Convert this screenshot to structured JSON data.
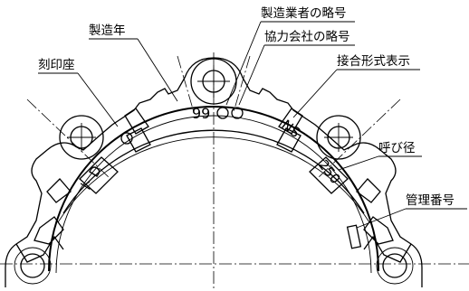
{
  "labels": {
    "seizo_nen": "製造年",
    "seizo_gyosha": "製造業者の略号",
    "kyoryoku_gaisha": "協力会社の略号",
    "kokuin_za": "刻印座",
    "setsugo_keishiki": "接合形式表示",
    "yobi_kei": "呼び径",
    "kanri_bango": "管理番号"
  },
  "markings": {
    "year": "99",
    "joint_type": "NS",
    "nominal_diameter": "250",
    "casting_mark": "ト D"
  }
}
